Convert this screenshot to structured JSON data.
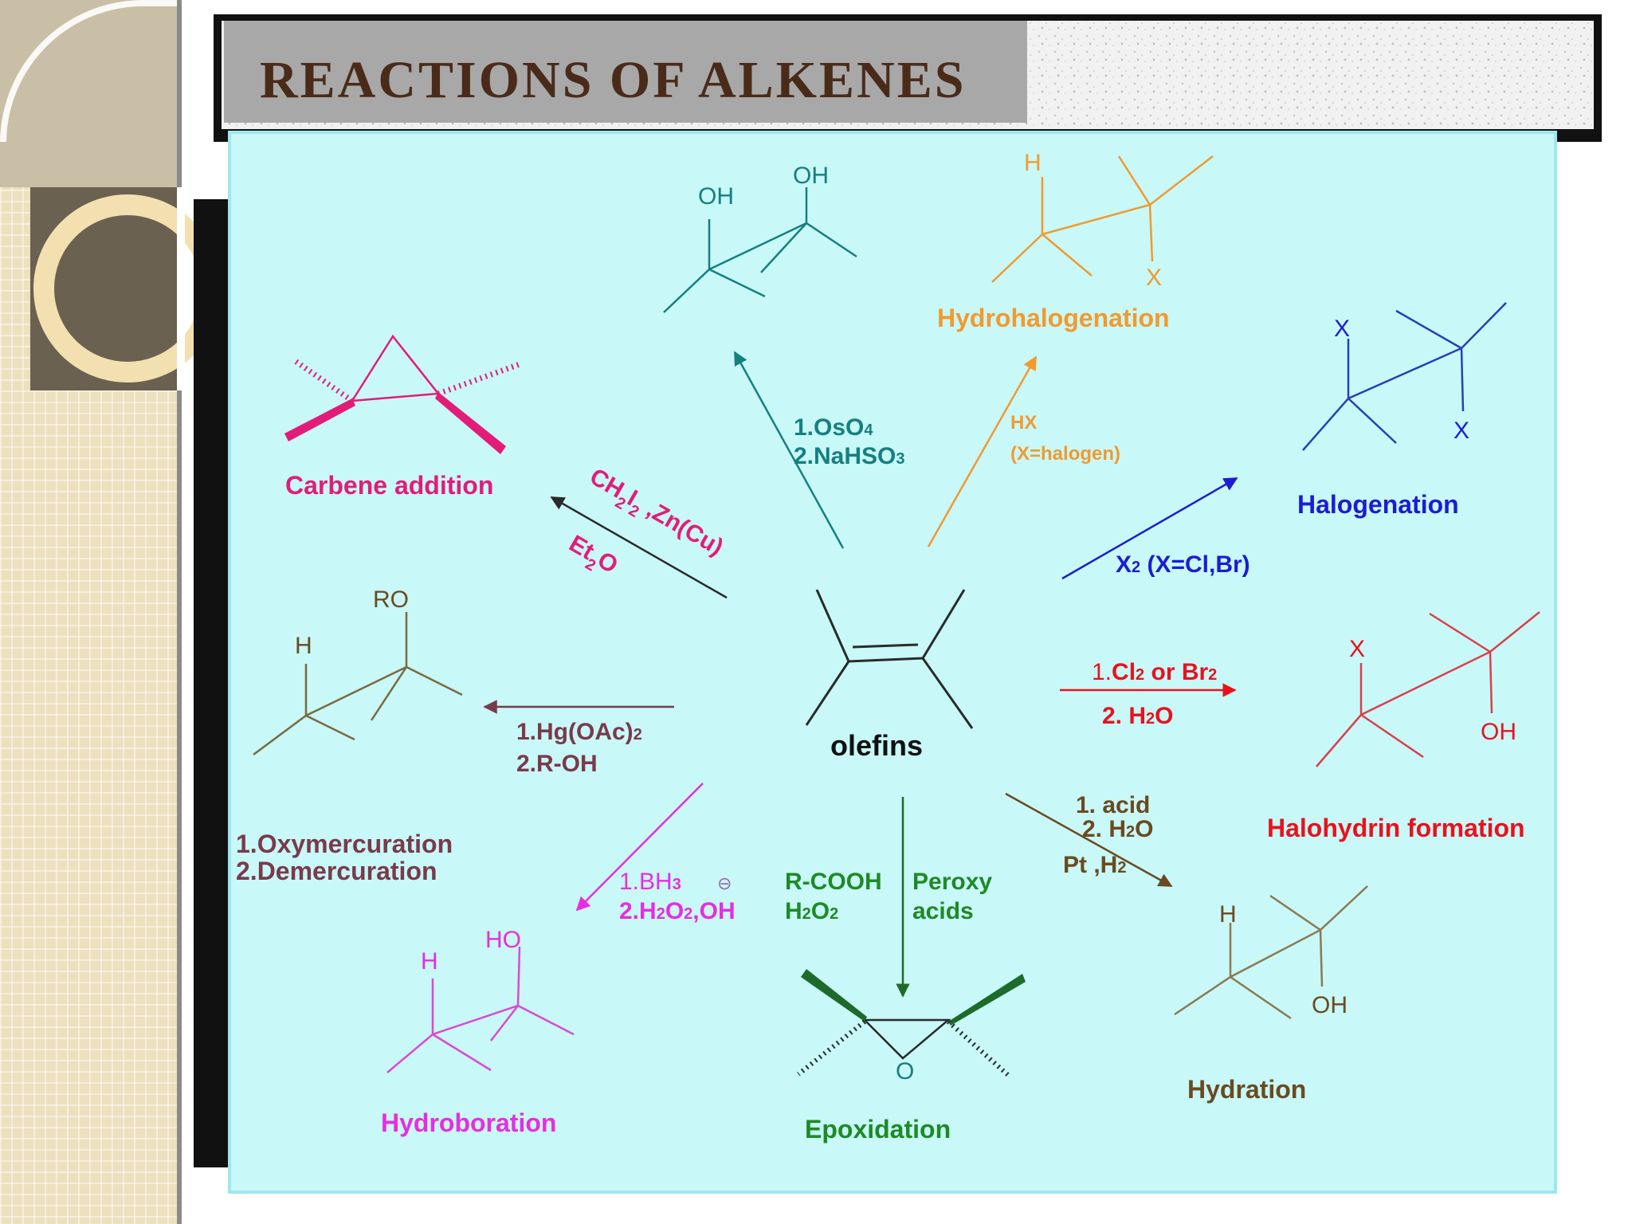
{
  "title": "REACTIONS OF ALKENES",
  "center": {
    "label": "olefins"
  },
  "colors": {
    "teal": "#167f7f",
    "orange": "#f29a2e",
    "blue": "#1c1cd2",
    "red": "#e8121d",
    "brown": "#6b4a1f",
    "green": "#1e8a26",
    "magenta": "#e62ee0",
    "plum": "#7a3a4a",
    "carbene": "#e31c79",
    "panel": "#c8f8f8"
  },
  "reactions": {
    "dihydroxylation": {
      "reagent_1": "1.OsO",
      "reagent_1_sub": "4",
      "reagent_2": "2.NaHSO",
      "reagent_2_sub": "3",
      "atom_oh_left": "OH",
      "atom_oh_right": "OH"
    },
    "hydrohalogenation": {
      "name": "Hydrohalogenation",
      "reagent_1": "HX",
      "reagent_2": "(X=halogen)",
      "atom_h": "H",
      "atom_x": "X"
    },
    "halogenation": {
      "name": "Halogenation",
      "reagent_main": "X",
      "reagent_sub": "2",
      "reagent_rest": " (X=Cl,Br)",
      "atom_x_left": "X",
      "atom_x_right": "X"
    },
    "halohydrin": {
      "name": "Halohydrin formation",
      "reagent_1_pre": "1.",
      "reagent_1_a": "Cl",
      "reagent_1_a_sub": "2",
      "reagent_1_b": " or Br",
      "reagent_1_b_sub": "2",
      "reagent_2_a": "2. H",
      "reagent_2_sub": "2",
      "reagent_2_b": "O",
      "atom_x": "X",
      "atom_oh": "OH"
    },
    "hydration": {
      "name": "Hydration",
      "reagent_1": "1. acid",
      "reagent_2_a": "2. H",
      "reagent_2_sub": "2",
      "reagent_2_b": "O",
      "reagent_3_a": "Pt ,H",
      "reagent_3_sub": "2",
      "atom_h": "H",
      "atom_oh": "OH"
    },
    "epoxidation": {
      "name": "Epoxidation",
      "reagent_1": "R-COOH",
      "reagent_2_a": "H",
      "reagent_2_sub_1": "2",
      "reagent_2_b": "O",
      "reagent_2_sub_2": "2",
      "reagent_3": "Peroxy",
      "reagent_4": "acids",
      "atom_o": "O"
    },
    "hydroboration": {
      "name": "Hydroboration",
      "reagent_1_a": "1.BH",
      "reagent_1_sub": "3",
      "reagent_charge": "⊖",
      "reagent_2_a": "2.H",
      "reagent_2_sub_1": "2",
      "reagent_2_b": "O",
      "reagent_2_sub_2": "2",
      "reagent_2_c": ",OH",
      "atom_h": "H",
      "atom_ho": "HO"
    },
    "oxymercuration": {
      "name_1": "1.Oxymercuration",
      "name_2": "2.Demercuration",
      "reagent_1_a": "1.Hg(OAc)",
      "reagent_1_sub": "2",
      "reagent_2": "2.R-OH",
      "atom_h": "H",
      "atom_ro": "RO"
    },
    "carbene": {
      "name": "Carbene addition",
      "reagent_1": "CH",
      "reagent_1_sub_1": "2",
      "reagent_1_b": "I",
      "reagent_1_sub_2": "2",
      "reagent_1_c": " ,Zn(Cu)",
      "reagent_2": "Et",
      "reagent_2_sub": "2",
      "reagent_2_b": "O"
    }
  }
}
